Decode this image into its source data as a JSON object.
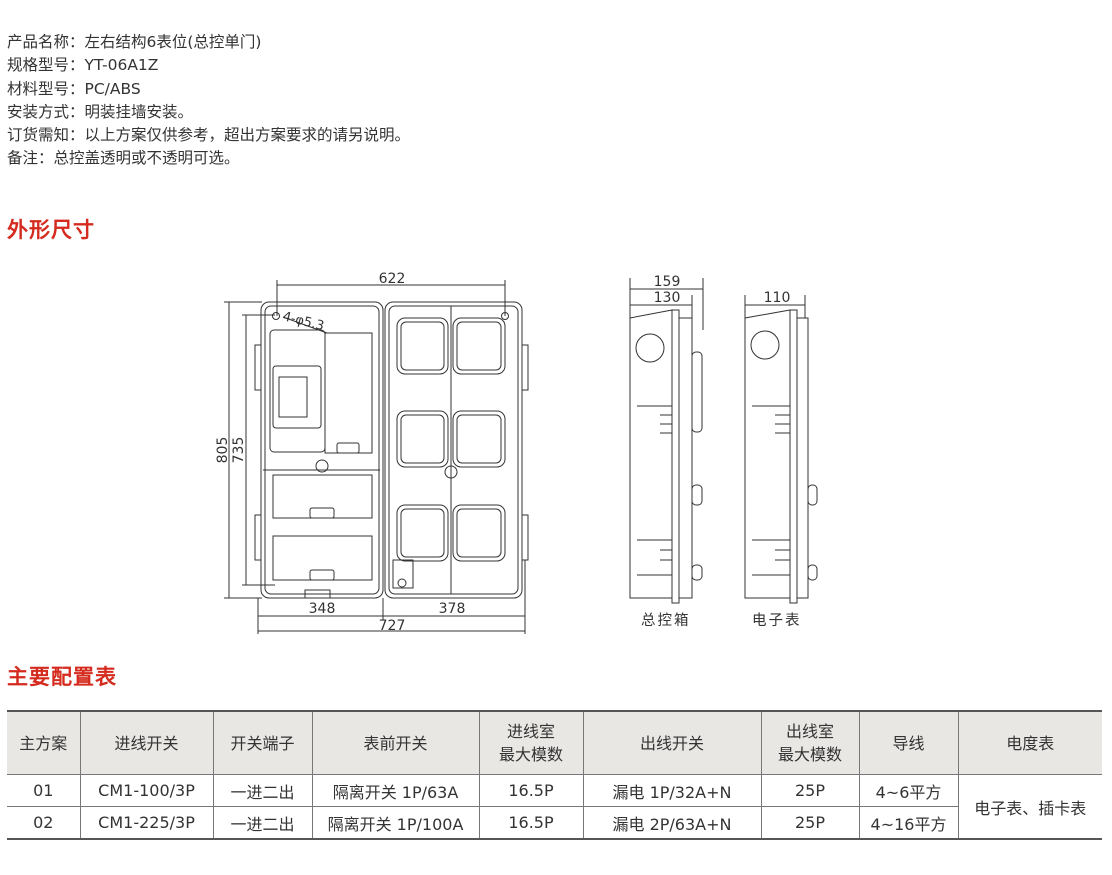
{
  "info": [
    "产品名称：左右结构6表位(总控单门)",
    "规格型号：YT-06A1Z",
    "材料型号：PC/ABS",
    "安装方式：明装挂墙安装。",
    "订货需知：以上方案仅供参考，超出方案要求的请另说明。",
    "备注：总控盖透明或不透明可选。"
  ],
  "dimensions_heading": "外形尺寸",
  "drawing": {
    "front": {
      "width_top": "622",
      "hole_note": "4-φ5.3",
      "height_outer": "805",
      "height_inner": "735",
      "left_width": "348",
      "right_width": "378",
      "total_width": "727"
    },
    "side_main": {
      "depth_outer": "159",
      "depth_inner": "130",
      "caption": "总控箱"
    },
    "side_meter": {
      "depth": "110",
      "caption": "电子表"
    }
  },
  "config_heading": "主要配置表",
  "table": {
    "headers": [
      "主方案",
      "进线开关",
      "开关端子",
      "表前开关",
      "进线室\n最大模数",
      "出线开关",
      "出线室\n最大模数",
      "导线",
      "电度表"
    ],
    "headers_lines": [
      [
        "主方案"
      ],
      [
        "进线开关"
      ],
      [
        "开关端子"
      ],
      [
        "表前开关"
      ],
      [
        "进线室",
        "最大模数"
      ],
      [
        "出线开关"
      ],
      [
        "出线室",
        "最大模数"
      ],
      [
        "导线"
      ],
      [
        "电度表"
      ]
    ],
    "rows": [
      [
        "01",
        "CM1-100/3P",
        "一进二出",
        "隔离开关 1P/63A",
        "16.5P",
        "漏电 1P/32A+N",
        "25P",
        "4~6平方"
      ],
      [
        "02",
        "CM1-225/3P",
        "一进二出",
        "隔离开关 1P/100A",
        "16.5P",
        "漏电 2P/63A+N",
        "25P",
        "4~16平方"
      ]
    ],
    "meter_merged": "电子表、插卡表"
  },
  "colors": {
    "heading": "#d52b1e",
    "header_bg": "#e9e7e4",
    "line": "#333333"
  }
}
